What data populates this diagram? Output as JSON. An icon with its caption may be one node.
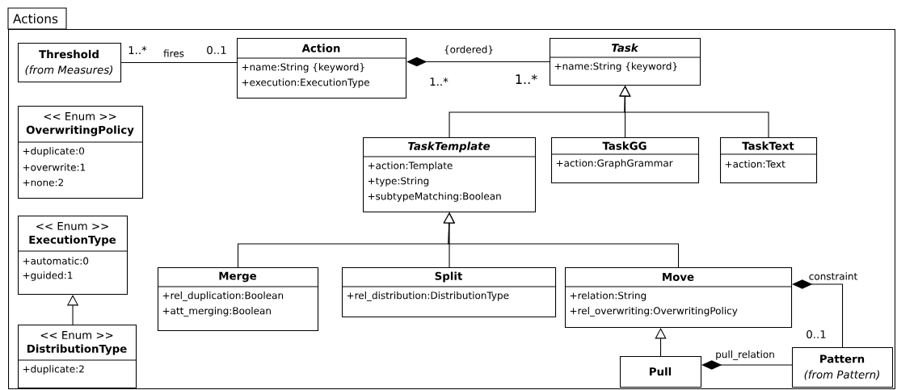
{
  "diagram": {
    "nodes": [
      {
        "text": [
          "Actions"
        ]
      },
      {
        "text": [
          "Threshold",
          "(from Measures)"
        ],
        "in": 0
      },
      {
        "text": [
          "Action",
          "+name:String {keyword}",
          "+execution:ExecutionType"
        ],
        "in": 0
      },
      {
        "text": [
          "Task",
          "+name:String {keyword}"
        ],
        "in": 0
      },
      {
        "text": [
          "<< Enum >>",
          "OverwritingPolicy",
          "+duplicate:0",
          "+overwrite:1",
          "+none:2"
        ],
        "in": 0
      },
      {
        "text": [
          "TaskTemplate",
          "+action:Template",
          "+type:String",
          "+subtypeMatching:Boolean"
        ],
        "in": 0
      },
      {
        "text": [
          "TaskGG",
          "+action:GraphGrammar"
        ],
        "in": 0
      },
      {
        "text": [
          "TaskText",
          "+action:Text"
        ],
        "in": 0
      },
      {
        "text": [
          "<< Enum >>",
          "ExecutionType",
          "+automatic:0",
          "+guided:1"
        ],
        "in": 0
      },
      {
        "text": [
          "Merge",
          "+rel_duplication:Boolean",
          "+att_merging:Boolean"
        ],
        "in": 0
      },
      {
        "text": [
          "Split",
          "+rel_distribution:DistributionType"
        ],
        "in": 0
      },
      {
        "text": [
          "Move",
          "+relation:String",
          "+rel_overwriting:OverwritingPolicy"
        ],
        "in": 0
      },
      {
        "text": [
          "<< Enum >>",
          "DistributionType",
          "+duplicate:2"
        ],
        "in": 0
      },
      {
        "text": [
          "Pull"
        ],
        "in": 0
      },
      {
        "text": [
          "Pattern",
          "(from Pattern)"
        ],
        "in": 0
      }
    ],
    "edges": [
      {
        "from": 1,
        "to": 2,
        "arrow": "none",
        "label": "fires"
      },
      {
        "from": 2,
        "to": 3,
        "arrow": "other",
        "label": "{ordered}"
      },
      {
        "from": 5,
        "to": 3,
        "arrow": "to"
      },
      {
        "from": 6,
        "to": 3,
        "arrow": "to"
      },
      {
        "from": 7,
        "to": 3,
        "arrow": "to"
      },
      {
        "from": 9,
        "to": 5,
        "arrow": "to"
      },
      {
        "from": 10,
        "to": 5,
        "arrow": "to"
      },
      {
        "from": 11,
        "to": 5,
        "arrow": "to"
      },
      {
        "from": 12,
        "to": 8,
        "arrow": "to"
      },
      {
        "from": 13,
        "to": 11,
        "arrow": "to"
      },
      {
        "from": 11,
        "to": 14,
        "arrow": "other",
        "label": "constraint"
      },
      {
        "from": 13,
        "to": 14,
        "arrow": "other",
        "label": "pull_relation"
      }
    ],
    "labels": [
      "1..*",
      "0..1",
      "1..*",
      "1..*",
      "0..1"
    ]
  }
}
